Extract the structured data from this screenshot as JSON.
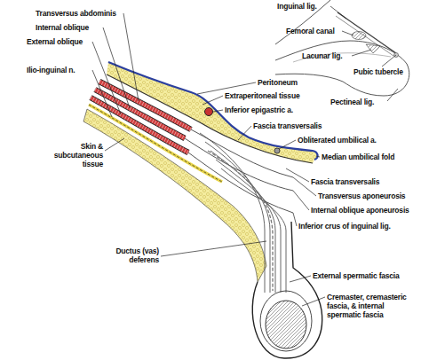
{
  "diagram": {
    "labels": [
      "Inguinal lig.",
      "Femoral canal",
      "Lacunar lig.",
      "Pubic tubercle",
      "Pectineal lig.",
      "Transversus abdominis",
      "Internal oblique",
      "External oblique",
      "Ilio-inguinal n.",
      "Skin & subcutaneous tissue",
      "Peritoneum",
      "Extraperitoneal tissue",
      "Inferior epigastric a.",
      "Fascia transversalis",
      "Obliterated umbilical a.",
      "Median umbilical fold",
      "Fascia transversalis",
      "Transversus aponeurosis",
      "Internal oblique aponeurosis",
      "Inferior crus of inguinal lig.",
      "Ductus (vas) deferens",
      "External spermatic fascia",
      "Cremaster, cremasteric fascia, & internal spermatic fascia"
    ]
  }
}
